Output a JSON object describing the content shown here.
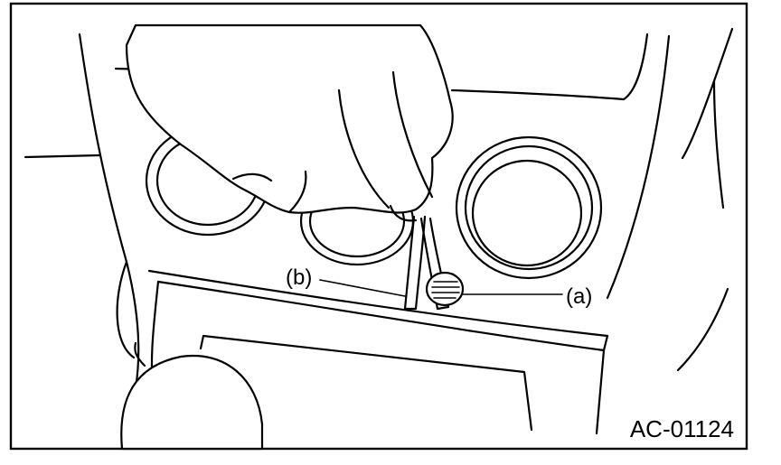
{
  "figure": {
    "callouts": {
      "a": "(a)",
      "b": "(b)"
    },
    "figure_id": "AC-01124"
  }
}
